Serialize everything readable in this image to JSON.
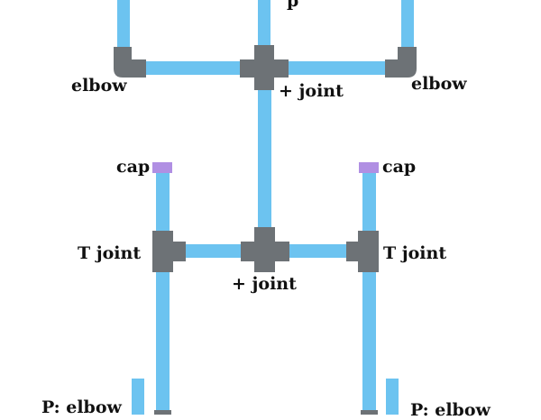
{
  "colors": {
    "pipe": "#6cc3f0",
    "fitting": "#6d7276",
    "cap": "#b08fe3",
    "text": "#111111",
    "background": "#ffffff"
  },
  "labels": {
    "top_center_partial": "p",
    "elbow_left": "elbow",
    "elbow_right": "elbow",
    "plus_joint_top": "+ joint",
    "cap_left": "cap",
    "cap_right": "cap",
    "t_joint_left": "T joint",
    "t_joint_right": "T joint",
    "plus_joint_bottom": "+ joint",
    "p_elbow_left": "P: elbow",
    "p_elbow_right": "P: elbow"
  }
}
